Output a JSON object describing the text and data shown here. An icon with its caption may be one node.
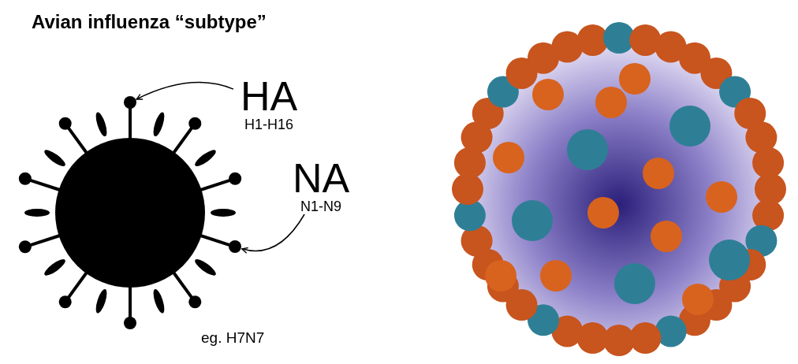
{
  "diagram": {
    "title": "Avian influenza “subtype”",
    "nodes": [
      {
        "text": [
          "HA",
          "H1-H16"
        ]
      },
      {
        "text": [],
        "shape": "circle"
      },
      {
        "text": [
          "NA",
          "N1-N9"
        ]
      },
      {
        "text": [],
        "shape": "circle"
      }
    ],
    "edges": [
      {
        "from": 0,
        "to": 1,
        "arrow": "to"
      },
      {
        "from": 2,
        "to": 3,
        "arrow": "to"
      }
    ],
    "labels": [
      "eg. H7N7"
    ]
  }
}
